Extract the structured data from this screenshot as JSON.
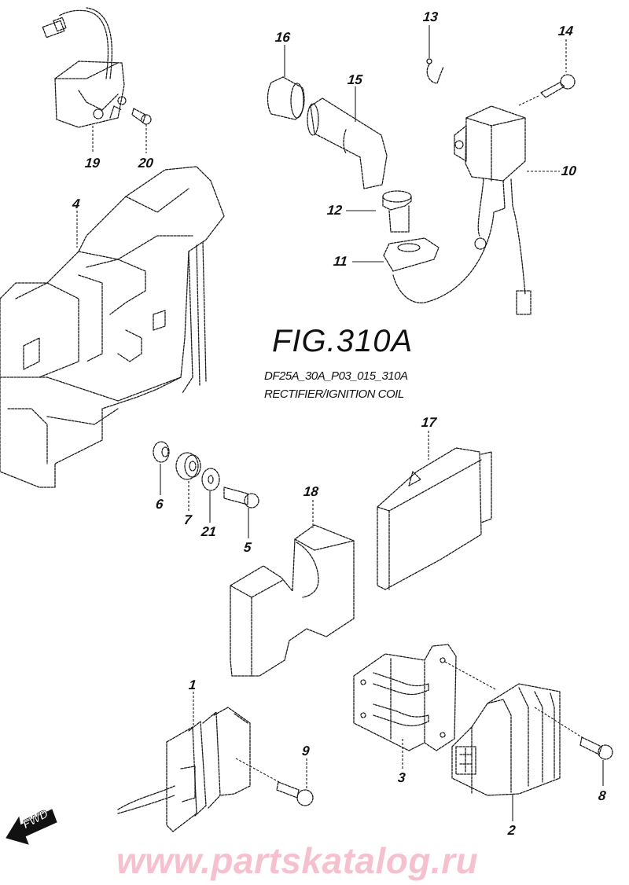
{
  "figure": {
    "title": "FIG.310A",
    "code": "DF25A_30A_P03_015_310A",
    "name": "RECTIFIER/IGNITION COIL"
  },
  "callouts": [
    {
      "number": "1",
      "part": "rectifier"
    },
    {
      "number": "2",
      "part": "regulator"
    },
    {
      "number": "3",
      "part": "regulator-bracket"
    },
    {
      "number": "4",
      "part": "electrical-parts-holder"
    },
    {
      "number": "5",
      "part": "bolt"
    },
    {
      "number": "6",
      "part": "collar"
    },
    {
      "number": "7",
      "part": "grommet"
    },
    {
      "number": "8",
      "part": "bolt"
    },
    {
      "number": "9",
      "part": "bolt"
    },
    {
      "number": "10",
      "part": "ignition-coil"
    },
    {
      "number": "11",
      "part": "grommet"
    },
    {
      "number": "12",
      "part": "spark-plug-cap"
    },
    {
      "number": "13",
      "part": "clamp"
    },
    {
      "number": "14",
      "part": "bolt"
    },
    {
      "number": "15",
      "part": "plug-cap-boot"
    },
    {
      "number": "16",
      "part": "cap"
    },
    {
      "number": "17",
      "part": "ecm"
    },
    {
      "number": "18",
      "part": "cushion"
    },
    {
      "number": "19",
      "part": "relay"
    },
    {
      "number": "20",
      "part": "screw"
    },
    {
      "number": "21",
      "part": "washer"
    }
  ],
  "direction_marker": {
    "label": "FWD",
    "icon": "arrow-left-icon"
  },
  "watermark": "www.partskatalog.ru",
  "colors": {
    "line": "#1a1a1a",
    "watermark": "#f6c1cf",
    "background": "#ffffff"
  }
}
